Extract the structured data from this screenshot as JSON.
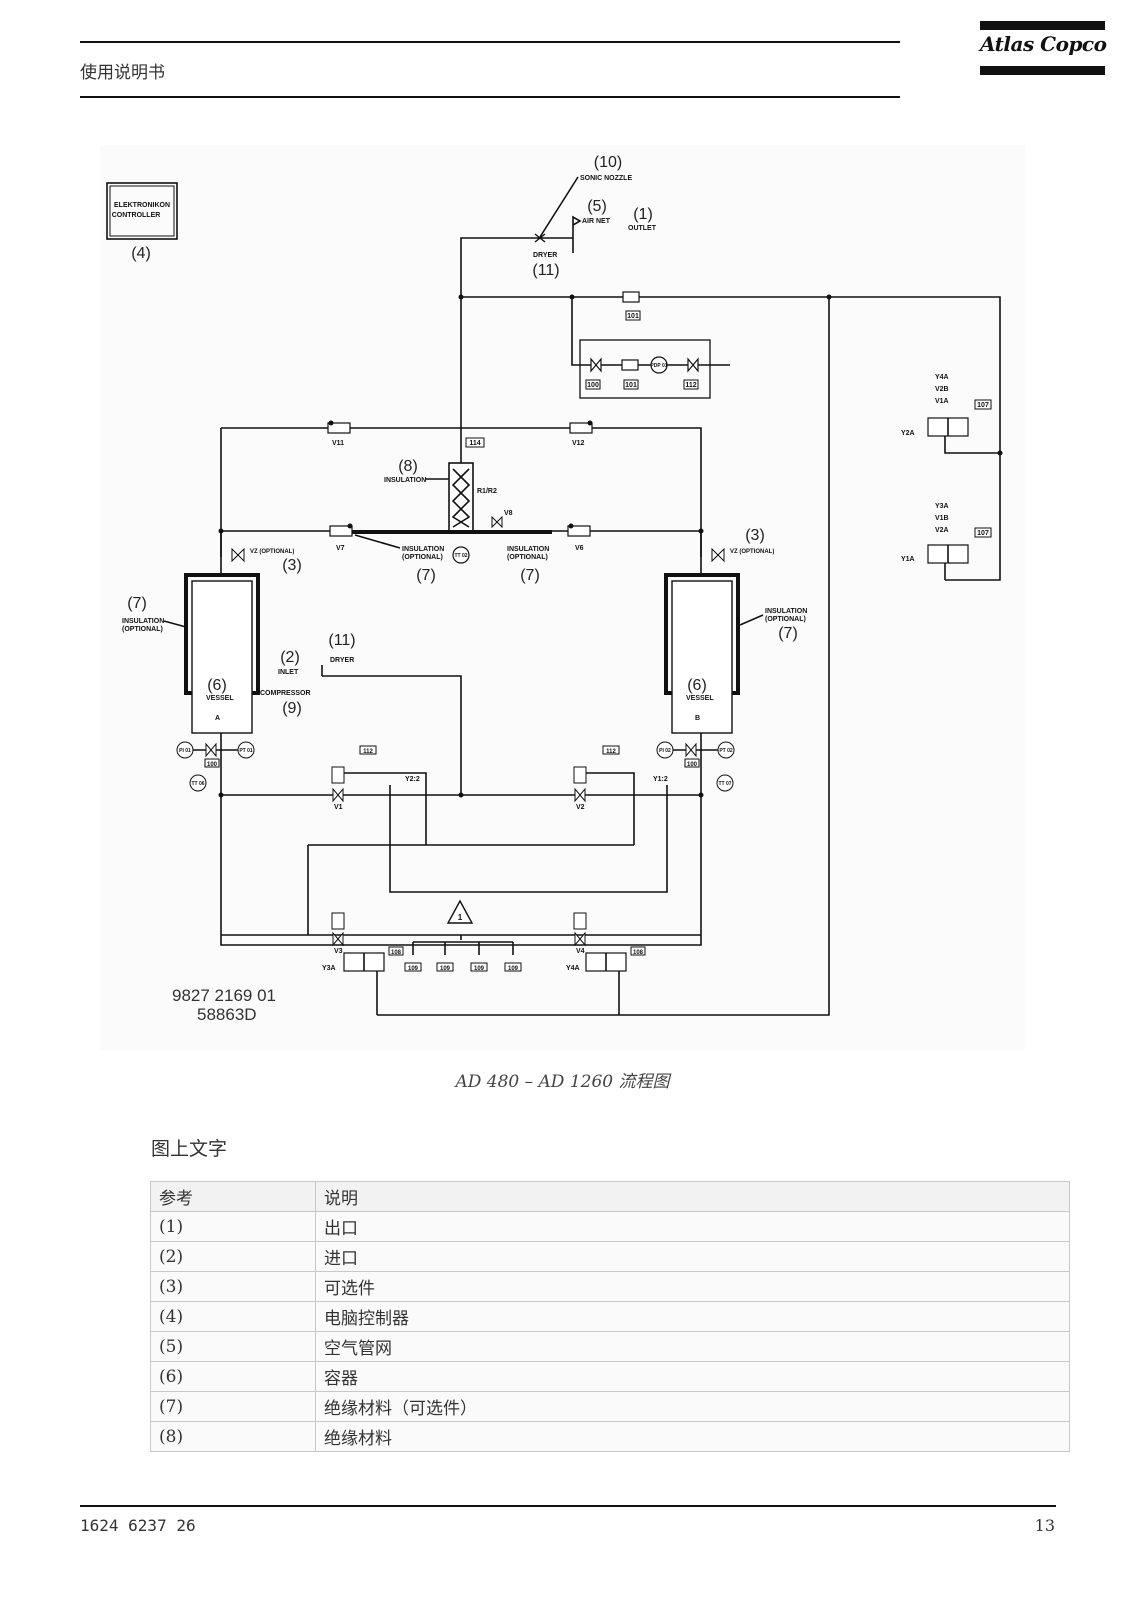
{
  "header": {
    "title": "使用说明书",
    "logo_text": "Atlas Copco"
  },
  "diagram": {
    "controller_label": "ELEKTRONIKON CONTROLLER",
    "controller_ref": "(4)",
    "refs": {
      "outlet": "(1)",
      "inlet": "(2)",
      "optional": "(3)",
      "air_net": "(5)",
      "vessel": "(6)",
      "insulation_optional": "(7)",
      "insulation": "(8)",
      "compressor": "(9)",
      "sonic_nozzle": "(10)",
      "dryer": "(11)"
    },
    "labels": {
      "sonic_nozzle": "SONIC NOZZLE",
      "air_net": "AIR NET",
      "outlet": "OUTLET",
      "dryer": "DRYER",
      "insulation": "INSULATION",
      "insulation_opt": "INSULATION",
      "optional": "(OPTIONAL)",
      "vessel": "VESSEL",
      "vessel_a": "A",
      "vessel_b": "B",
      "inlet": "INLET",
      "compressor": "COMPRESSOR",
      "r1r2": "R1/R2",
      "v11": "V11",
      "v12": "V12",
      "v7": "V7",
      "v6": "V6",
      "v1": "V1",
      "v2": "V2",
      "v3": "V3",
      "v4": "V4",
      "v8": "V8",
      "vz_opt": "VZ (OPTIONAL)",
      "y22": "Y2:2",
      "y12": "Y1:2",
      "y3a": "Y3A",
      "y4a": "Y4A",
      "y2a": "Y2A",
      "y1a": "Y1A",
      "coil_top": "Y4A V2B V1A",
      "coil_bottom": "Y3A V1B V2A",
      "tag_101": "101",
      "tag_100": "100",
      "tag_112": "112",
      "tag_114": "114",
      "tag_107": "107",
      "tag_109": "109",
      "tag_108": "108",
      "tt02": "TT 02",
      "tt06": "TT 06",
      "tt07": "TT 07",
      "pi01": "PI 01",
      "pt01": "PT 01",
      "pi02": "PI 02",
      "pt02": "PT 02",
      "pdp01": "PDP 01",
      "warning": "1"
    },
    "part_number": "9827 2169 01",
    "drawing_number": "58863D"
  },
  "caption": "AD 480 – AD 1260 流程图",
  "legend": {
    "heading": "图上文字",
    "columns": [
      "参考",
      "说明"
    ],
    "rows": [
      [
        "(1)",
        "出口"
      ],
      [
        "(2)",
        "进口"
      ],
      [
        "(3)",
        "可选件"
      ],
      [
        "(4)",
        "电脑控制器"
      ],
      [
        "(5)",
        "空气管网"
      ],
      [
        "(6)",
        "容器"
      ],
      [
        "(7)",
        "绝缘材料（可选件）"
      ],
      [
        "(8)",
        "绝缘材料"
      ]
    ]
  },
  "footer": {
    "doc_number": "1624 6237 26",
    "page_number": "13"
  }
}
